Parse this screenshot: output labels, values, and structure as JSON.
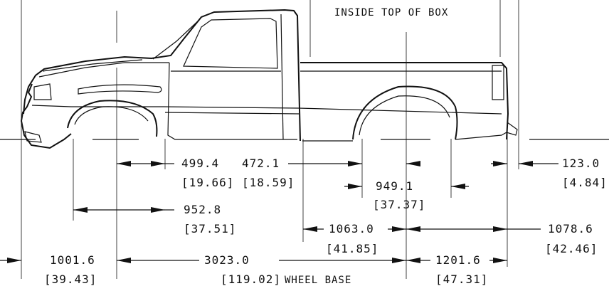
{
  "labels": {
    "inside_top_of_box": "INSIDE TOP OF BOX",
    "d_499_4": "499.4",
    "d_472_1": "472.1",
    "d_123_0": "123.0",
    "in_19_66": "[19.66]",
    "in_18_59": "[18.59]",
    "in_4_84": "[4.84]",
    "d_949_1": "949.1",
    "in_37_37": "[37.37]",
    "d_952_8": "952.8",
    "in_37_51": "[37.51]",
    "d_1063_0": "1063.0",
    "d_1078_6": "1078.6",
    "in_41_85": "[41.85]",
    "in_42_46": "[42.46]",
    "d_1001_6": "1001.6",
    "d_3023_0": "3023.0",
    "d_1201_6": "1201.6",
    "in_39_43": "[39.43]",
    "in_119_02": "[119.02]",
    "wheel_base": "WHEEL BASE",
    "in_47_31": "[47.31]"
  }
}
